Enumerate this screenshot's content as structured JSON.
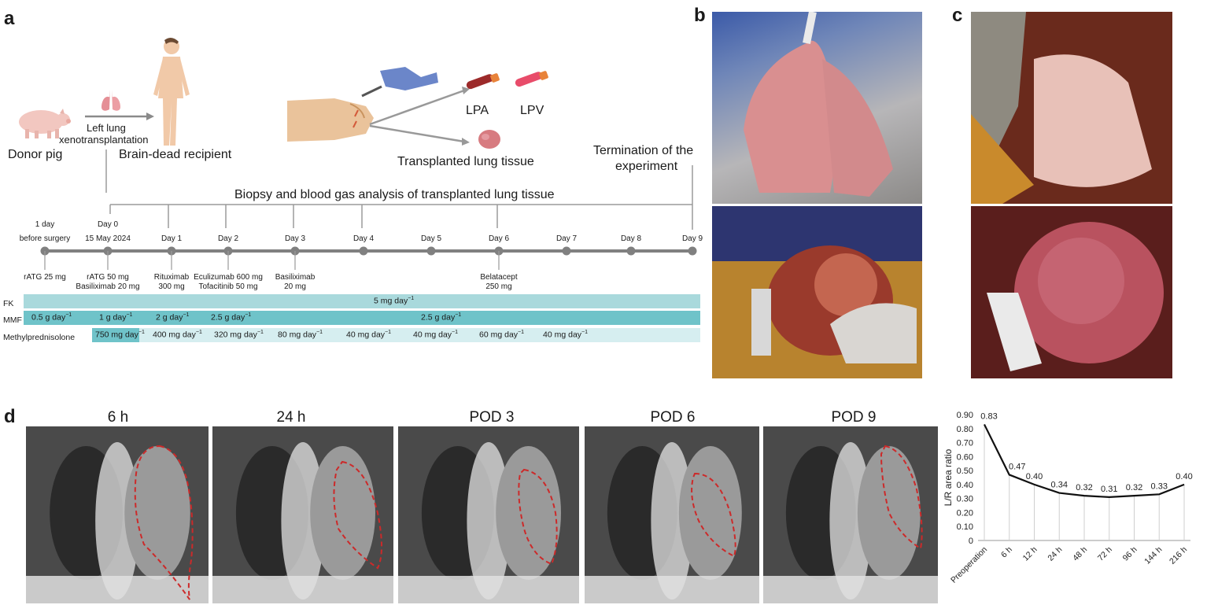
{
  "panels": {
    "a": "a",
    "b": "b",
    "c": "c",
    "d": "d"
  },
  "panel_a": {
    "donor": "Donor pig",
    "procedure_line1": "Left lung",
    "procedure_line2": "xenotransplantation",
    "recipient": "Brain-dead recipient",
    "lpa": "LPA",
    "lpv": "LPV",
    "tissue": "Transplanted lung tissue",
    "termination_line1": "Termination of the",
    "termination_line2": "experiment",
    "biopsy": "Biopsy and blood gas analysis of transplanted lung tissue",
    "timeline": [
      {
        "label1": "1 day",
        "label2": "before surgery",
        "drug1": "rATG 25 mg",
        "drug2": ""
      },
      {
        "label1": "Day 0",
        "label2": "15 May 2024",
        "drug1": "rATG 50 mg",
        "drug2": "Basiliximab 20 mg"
      },
      {
        "label1": "Day 1",
        "label2": "",
        "drug1": "Rituximab",
        "drug2": "300 mg"
      },
      {
        "label1": "Day 2",
        "label2": "",
        "drug1": "Eculizumab 600 mg",
        "drug2": "Tofacitinib 50 mg"
      },
      {
        "label1": "Day 3",
        "label2": "",
        "drug1": "Basiliximab",
        "drug2": "20 mg"
      },
      {
        "label1": "Day 4",
        "label2": "",
        "drug1": "",
        "drug2": ""
      },
      {
        "label1": "Day 5",
        "label2": "",
        "drug1": "",
        "drug2": ""
      },
      {
        "label1": "Day 6",
        "label2": "",
        "drug1": "Belatacept",
        "drug2": "250 mg"
      },
      {
        "label1": "Day 7",
        "label2": "",
        "drug1": "",
        "drug2": ""
      },
      {
        "label1": "Day 8",
        "label2": "",
        "drug1": "",
        "drug2": ""
      },
      {
        "label1": "Day 9",
        "label2": "",
        "drug1": "",
        "drug2": ""
      }
    ],
    "fk_label": "FK",
    "fk_dose": "5 mg day",
    "mmf_label": "MMF",
    "mmf_doses": [
      "0.5 g day",
      "1 g day",
      "2 g day",
      "2.5 g day",
      "2.5 g day"
    ],
    "mp_label": "Methylprednisolone",
    "mp_doses": [
      "750 mg day",
      "400 mg day",
      "320 mg day",
      "80 mg day",
      "40 mg day",
      "40 mg day",
      "60 mg day",
      "40 mg day"
    ],
    "exponent": "−1"
  },
  "panel_d": {
    "xray_titles": [
      "6 h",
      "24 h",
      "POD 3",
      "POD 6",
      "POD 9"
    ]
  },
  "chart_data": {
    "type": "line",
    "categories": [
      "Preoperation",
      "6 h",
      "12 h",
      "24 h",
      "48 h",
      "72 h",
      "96 h",
      "144 h",
      "216 h"
    ],
    "values": [
      0.83,
      0.47,
      0.4,
      0.34,
      0.32,
      0.31,
      0.32,
      0.33,
      0.4
    ],
    "data_labels": [
      "0.83",
      "0.47",
      "0.40",
      "0.34",
      "0.32",
      "0.31",
      "0.32",
      "0.33",
      "0.40"
    ],
    "ylabel": "L/R area ratio",
    "ylim": [
      0,
      0.9
    ],
    "yticks": [
      "0",
      "0.10",
      "0.20",
      "0.30",
      "0.40",
      "0.50",
      "0.60",
      "0.70",
      "0.80",
      "0.90"
    ],
    "line_color": "#111111"
  },
  "colors": {
    "bar_teal": "#a9d9dc",
    "bar_dark": "#6fc3c9",
    "bar_light": "#d6eef0",
    "timeline": "#808080",
    "dash": "#cc2a2a"
  }
}
